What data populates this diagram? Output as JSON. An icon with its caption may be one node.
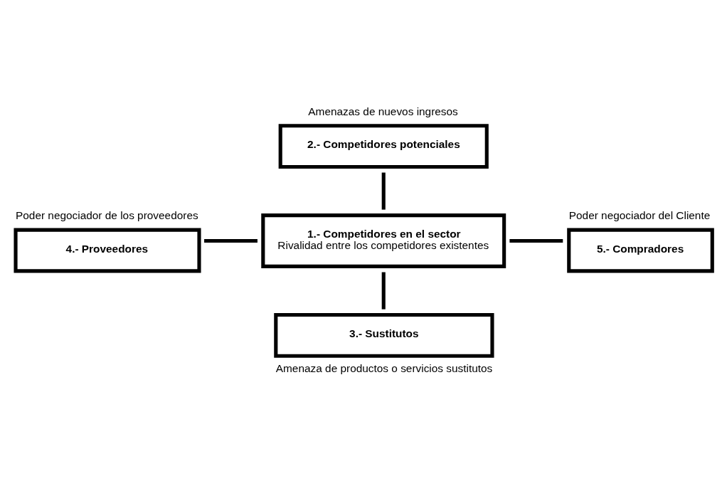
{
  "diagram": {
    "nodes": [
      {
        "text": [
          "1.- Competidores en el sector",
          "Rivalidad entre los competidores existentes"
        ]
      },
      {
        "text": [
          "2.- Competidores potenciales"
        ],
        "beside": [
          "Amenazas de nuevos ingresos"
        ]
      },
      {
        "text": [
          "4.- Proveedores"
        ],
        "beside": [
          "Poder negociador de los proveedores"
        ]
      },
      {
        "text": [
          "5.- Compradores"
        ],
        "beside": [
          "Poder negociador del Cliente"
        ]
      },
      {
        "text": [
          "3.- Sustitutos"
        ],
        "beside": [
          "Amenaza de productos o servicios sustitutos"
        ]
      }
    ],
    "edges": [
      {
        "from": 1,
        "to": 0,
        "arrow": "none"
      },
      {
        "from": 2,
        "to": 0,
        "arrow": "none"
      },
      {
        "from": 0,
        "to": 3,
        "arrow": "none"
      },
      {
        "from": 0,
        "to": 4,
        "arrow": "none"
      }
    ]
  }
}
